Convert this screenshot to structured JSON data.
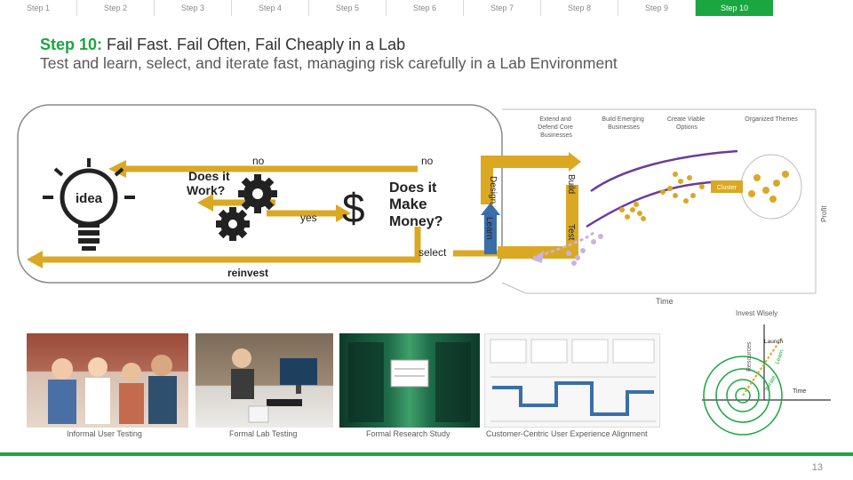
{
  "steps": [
    {
      "label": "Step 1"
    },
    {
      "label": "Step 2"
    },
    {
      "label": "Step 3"
    },
    {
      "label": "Step 4"
    },
    {
      "label": "Step 5"
    },
    {
      "label": "Step 6"
    },
    {
      "label": "Step 7"
    },
    {
      "label": "Step 8"
    },
    {
      "label": "Step 9"
    },
    {
      "label": "Step 10"
    }
  ],
  "active_step_index": 9,
  "colors": {
    "accent": "#1aa640",
    "gold": "#dba824",
    "blue": "#3a6ea8",
    "purple": "#6a3d9a",
    "lilac": "#c8b4e0"
  },
  "header": {
    "title_prefix": "Step 10:",
    "title_rest": " Fail Fast. Fail Often, Fail Cheaply in a Lab",
    "subtitle": "Test and learn, select, and iterate fast, managing risk carefully in a Lab  Environment"
  },
  "loop": {
    "idea": "idea",
    "does_it_work_1": "Does it",
    "does_it_work_2": "Work?",
    "no_left": "no",
    "no_right": "no",
    "yes": "yes",
    "dollar": "$",
    "money_1": "Does it",
    "money_2": "Make",
    "money_3": "Money?",
    "select": "select",
    "reinvest": "reinvest",
    "design": "Design",
    "build": "Build",
    "learn": "Learn",
    "test": "Test"
  },
  "funnel": {
    "col1_1": "Extend and",
    "col1_2": "Defend Core",
    "col1_3": "Businesses",
    "col2_1": "Build Emerging",
    "col2_2": "Businesses",
    "col3_1": "Create Viable",
    "col3_2": "Options",
    "col4": "Organized Themes",
    "cluster": "Cluster",
    "profit": "Profit",
    "time": "Time"
  },
  "invest": {
    "title": "Invest Wisely",
    "resources": "Resources",
    "launch": "Launch",
    "learn": "Learn",
    "iterate": "Iterate",
    "time": "Time"
  },
  "photos": {
    "p1": "Informal User Testing",
    "p2": "Formal Lab Testing",
    "p3": "Formal Research Study",
    "p4": "Customer-Centric User Experience Alignment"
  },
  "page_number": "13"
}
